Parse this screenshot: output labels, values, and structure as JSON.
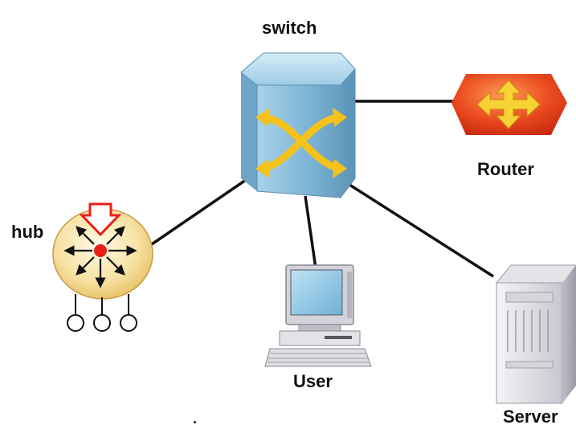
{
  "diagram": {
    "labels": {
      "switch": "switch",
      "router": "Router",
      "hub": "hub",
      "user": "User",
      "server": "Server"
    },
    "icons": {
      "switch": "switch-icon",
      "router": "router-icon",
      "hub": "hub-icon",
      "user": "user-computer-icon",
      "server": "server-icon"
    },
    "connections": [
      {
        "from": "switch",
        "to": "router"
      },
      {
        "from": "switch",
        "to": "hub"
      },
      {
        "from": "switch",
        "to": "user"
      },
      {
        "from": "switch",
        "to": "server"
      }
    ],
    "colors": {
      "switch_body": "#8fc0dc",
      "switch_arrows": "#f5c21b",
      "router_body": "#e8431e",
      "router_arrows": "#f7d234",
      "hub_body": "#f5dc96",
      "hub_center": "#e8201a",
      "link_line": "#111111"
    }
  }
}
